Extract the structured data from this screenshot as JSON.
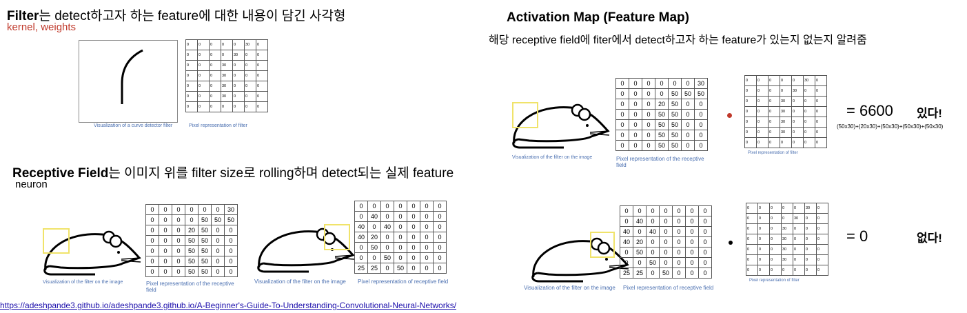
{
  "filter_section": {
    "title_bold": "Filter",
    "title_rest": "는 detect하고자 하는 feature에 대한 내용이 담긴 사각형",
    "subtitle": "kernel, weights",
    "caption_image": "Visualization of a curve detector filter",
    "caption_pixels": "Pixel representation of filter",
    "filter_grid": [
      [
        "0",
        "0",
        "0",
        "0",
        "0",
        "30",
        "0"
      ],
      [
        "0",
        "0",
        "0",
        "0",
        "30",
        "0",
        "0"
      ],
      [
        "0",
        "0",
        "0",
        "30",
        "0",
        "0",
        "0"
      ],
      [
        "0",
        "0",
        "0",
        "30",
        "0",
        "0",
        "0"
      ],
      [
        "0",
        "0",
        "0",
        "30",
        "0",
        "0",
        "0"
      ],
      [
        "0",
        "0",
        "0",
        "30",
        "0",
        "0",
        "0"
      ],
      [
        "0",
        "0",
        "0",
        "0",
        "0",
        "0",
        "0"
      ]
    ]
  },
  "receptive_section": {
    "title_bold": "Receptive Field",
    "title_rest": "는 이미지 위를 filter size로 rolling하며 detect되는 실제 feature",
    "subtitle": "neuron",
    "caption_mouse": "Visualization of the filter on the image",
    "caption_pixels_1": "Pixel representation of the receptive field",
    "caption_pixels_2": "Pixel representation of receptive field",
    "grid_a": [
      [
        "0",
        "0",
        "0",
        "0",
        "0",
        "0",
        "30"
      ],
      [
        "0",
        "0",
        "0",
        "0",
        "50",
        "50",
        "50"
      ],
      [
        "0",
        "0",
        "0",
        "20",
        "50",
        "0",
        "0"
      ],
      [
        "0",
        "0",
        "0",
        "50",
        "50",
        "0",
        "0"
      ],
      [
        "0",
        "0",
        "0",
        "50",
        "50",
        "0",
        "0"
      ],
      [
        "0",
        "0",
        "0",
        "50",
        "50",
        "0",
        "0"
      ],
      [
        "0",
        "0",
        "0",
        "50",
        "50",
        "0",
        "0"
      ]
    ],
    "grid_b": [
      [
        "0",
        "0",
        "0",
        "0",
        "0",
        "0",
        "0"
      ],
      [
        "0",
        "40",
        "0",
        "0",
        "0",
        "0",
        "0"
      ],
      [
        "40",
        "0",
        "40",
        "0",
        "0",
        "0",
        "0"
      ],
      [
        "40",
        "20",
        "0",
        "0",
        "0",
        "0",
        "0"
      ],
      [
        "0",
        "50",
        "0",
        "0",
        "0",
        "0",
        "0"
      ],
      [
        "0",
        "0",
        "50",
        "0",
        "0",
        "0",
        "0"
      ],
      [
        "25",
        "25",
        "0",
        "50",
        "0",
        "0",
        "0"
      ]
    ]
  },
  "activation_section": {
    "title": "Activation Map (Feature Map)",
    "description": "해당 receptive field에 fiter에서 detect하고자 하는 feature가 있는지 없는지 알려줌",
    "result_top": "= 6600",
    "result_top_label": "있다!",
    "formula": "(50x30)+(20x30)+(50x30)+(50x30)+(50x30)",
    "result_bottom": "= 0",
    "result_bottom_label": "없다!",
    "caption_mouse": "Visualization of the filter on the image",
    "caption_pixels_top": "Pixel representation of the receptive field",
    "caption_pixels_bottom": "Pixel representation of receptive field",
    "caption_filter": "Pixel representation of filter",
    "dot_colors": {
      "top": "#c0392b",
      "bottom": "#000000"
    }
  },
  "footer": {
    "url": "https://adeshpande3.github.io/adeshpande3.github.io/A-Beginner's-Guide-To-Understanding-Convolutional-Neural-Networks/"
  }
}
